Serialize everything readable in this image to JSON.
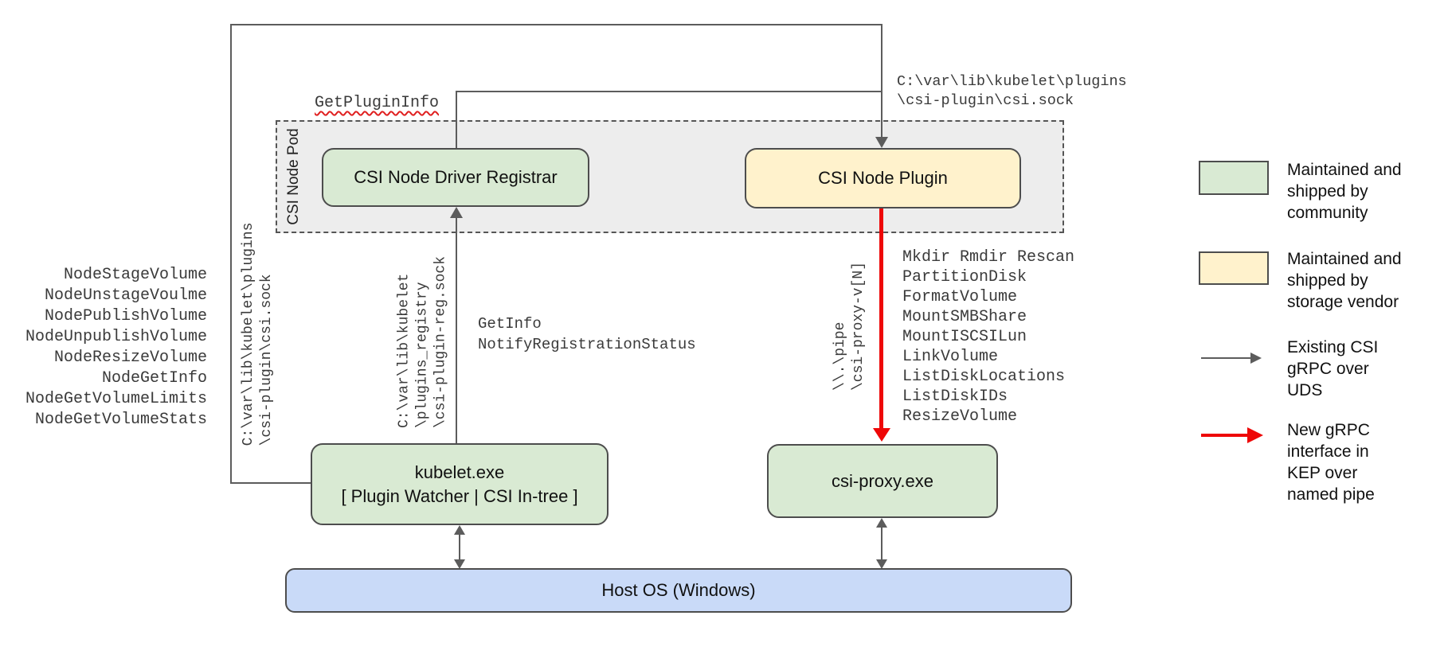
{
  "colors": {
    "community_green": "#d9ead3",
    "vendor_yellow": "#fff2cc",
    "host_blue": "#c9daf8",
    "gray_line": "#5c5c5c",
    "new_rpc_red": "#ee0707"
  },
  "pod": {
    "label": "CSI Node Pod"
  },
  "boxes": {
    "registrar": "CSI Node Driver Registrar",
    "plugin": "CSI Node Plugin",
    "kubelet": [
      "kubelet.exe",
      "[ Plugin Watcher | CSI In-tree ]"
    ],
    "csi_proxy": "csi-proxy.exe",
    "host_os": "Host OS (Windows)"
  },
  "labels": {
    "get_plugin_info": "GetPluginInfo",
    "plugin_socket": [
      "C:\\var\\lib\\kubelet\\plugins",
      "\\csi-plugin\\csi.sock"
    ],
    "registry_socket": [
      "C:\\var\\lib\\kubelet",
      "\\plugins_registry",
      "\\csi-plugin-reg.sock"
    ],
    "named_pipe": [
      "\\\\.\\pipe",
      "\\csi-proxy-v[N]"
    ],
    "registrar_calls": [
      "GetInfo",
      "NotifyRegistrationStatus"
    ]
  },
  "csi_node_methods": [
    "NodeStageVolume",
    "NodeUnstageVoulme",
    "NodePublishVolume",
    "NodeUnpublishVolume",
    "NodeResizeVolume",
    "NodeGetInfo",
    "NodeGetVolumeLimits",
    "NodeGetVolumeStats"
  ],
  "csi_proxy_methods": [
    "Mkdir Rmdir Rescan",
    "PartitionDisk",
    "FormatVolume",
    "MountSMBShare",
    "MountISCSILun",
    "LinkVolume",
    "ListDiskLocations",
    "ListDiskIDs",
    "ResizeVolume"
  ],
  "legend": {
    "community": [
      "Maintained and",
      "shipped by",
      "community"
    ],
    "vendor": [
      "Maintained and",
      "shipped by",
      "storage vendor"
    ],
    "uds_arrow": [
      "Existing CSI",
      "gRPC over",
      "UDS"
    ],
    "pipe_arrow": [
      "New gRPC",
      "interface in",
      "KEP over",
      "named pipe"
    ]
  }
}
